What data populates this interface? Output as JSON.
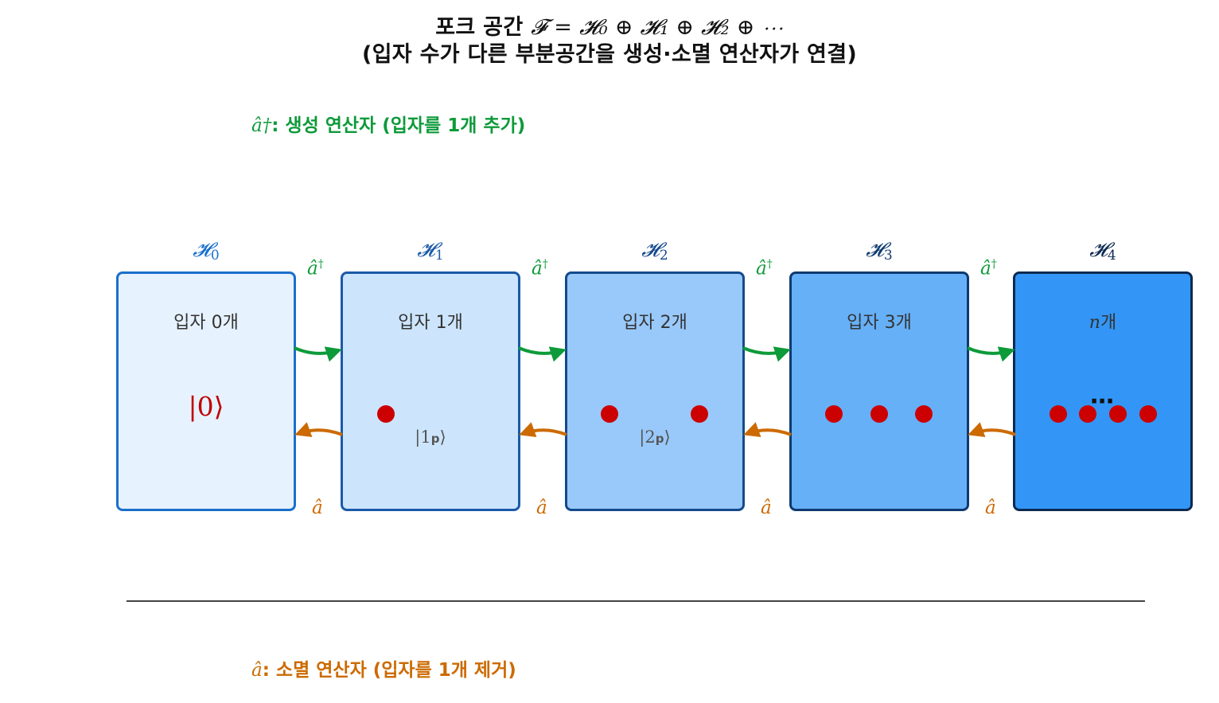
{
  "title": {
    "line1_text": "포크 공간",
    "line1_math": "𝓕 = 𝓗₀ ⊕ 𝓗₁ ⊕ 𝓗₂ ⊕ ⋯",
    "line2": "(입자 수가 다른 부분공간을 생성·소멸 연산자가 연결)"
  },
  "legend": {
    "creation_symbol": "â†",
    "creation_text": ": 생성 연산자 (입자를 1개 추가)",
    "annihilation_symbol": "â",
    "annihilation_text": ": 소멸 연산자 (입자를 1개 제거)"
  },
  "colors": {
    "creation": "#0d9a3a",
    "annihilation": "#cc6a00",
    "particle": "#cc0000",
    "divider": "#444444"
  },
  "operators": {
    "creation_label": "â",
    "creation_dagger": "†",
    "annihilation_label": "â"
  },
  "spaces": [
    {
      "symbol": "𝓗",
      "index": "0",
      "label": "입자 0개",
      "ket": "|0⟩",
      "particles": 0,
      "fill": "#e6f2fd",
      "border": "#1a6fcc",
      "label_color": "#1a6fcc"
    },
    {
      "symbol": "𝓗",
      "index": "1",
      "label": "입자 1개",
      "ket_prefix": "|1",
      "ket_sub": "p",
      "ket_suffix": "⟩",
      "particles": 1,
      "fill": "#cce5fc",
      "border": "#1a5aa8",
      "label_color": "#1a5aa8"
    },
    {
      "symbol": "𝓗",
      "index": "2",
      "label": "입자 2개",
      "ket_prefix": "|2",
      "ket_sub": "p",
      "ket_suffix": "⟩",
      "particles": 2,
      "fill": "#99c9fa",
      "border": "#144a8c",
      "label_color": "#144a8c"
    },
    {
      "symbol": "𝓗",
      "index": "3",
      "label": "입자 3개",
      "particles": 3,
      "fill": "#66b0f8",
      "border": "#0f3a70",
      "label_color": "#0f3a70"
    },
    {
      "symbol": "𝓗",
      "index": "4",
      "label_ital": "n",
      "label": "개",
      "dots": "⋯",
      "particles": 4,
      "fill": "#3396f6",
      "border": "#0c2a50",
      "label_color": "#0c2a50"
    }
  ]
}
